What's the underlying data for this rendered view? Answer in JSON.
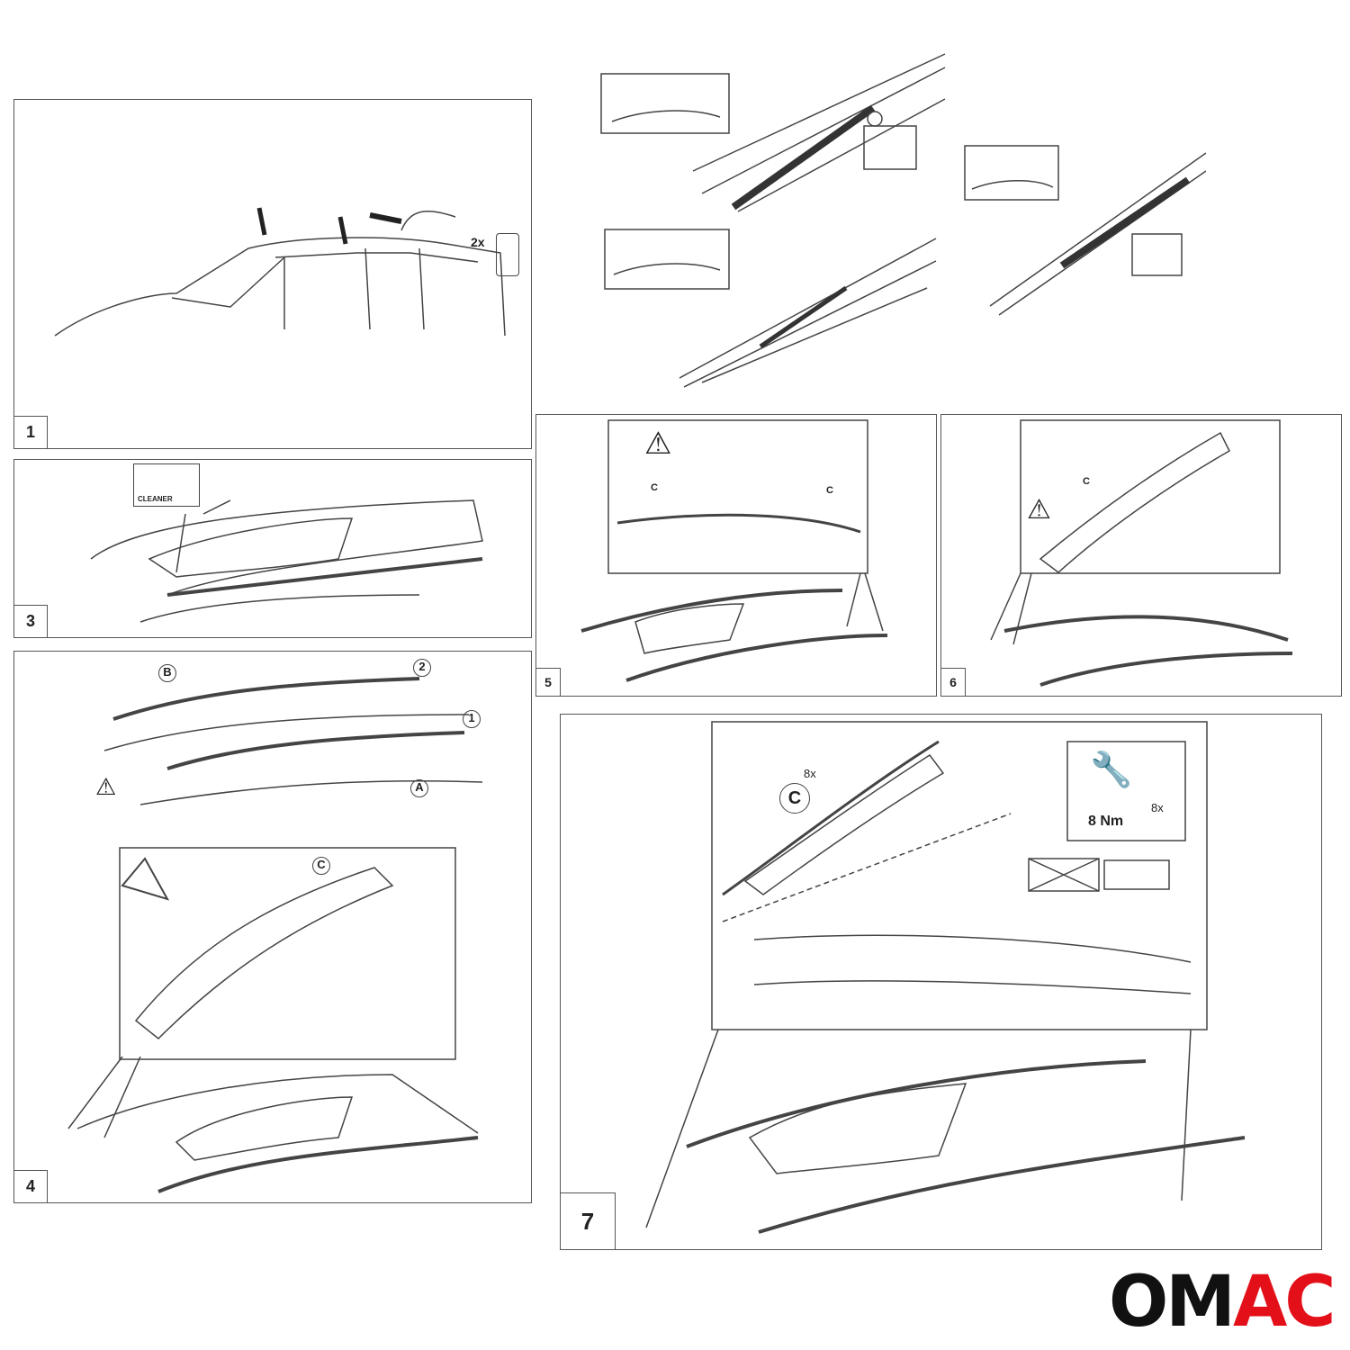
{
  "steps": {
    "step1": {
      "number": "1",
      "count_label": "2x"
    },
    "step3": {
      "number": "3",
      "cleaner_label": "CLEANER"
    },
    "step4": {
      "number": "4",
      "rail_b": "B",
      "rail_a": "A",
      "mark_1": "1",
      "mark_2": "2",
      "bolt": "C"
    },
    "step5": {
      "number": "5",
      "bolt": "C"
    },
    "step6": {
      "number": "6",
      "bolt": "C"
    },
    "step7": {
      "number": "7",
      "bolt": "C",
      "bolt_count": "8x",
      "torque": "8 Nm",
      "torque_count": "8x"
    }
  },
  "icons": [
    "warning-icon",
    "weight-icon",
    "wrench-icon",
    "cleaner-icon",
    "trash-bin-icon"
  ],
  "brand": {
    "logo_part1": "OM",
    "logo_part2": "AC",
    "accent": "#e3101a"
  }
}
